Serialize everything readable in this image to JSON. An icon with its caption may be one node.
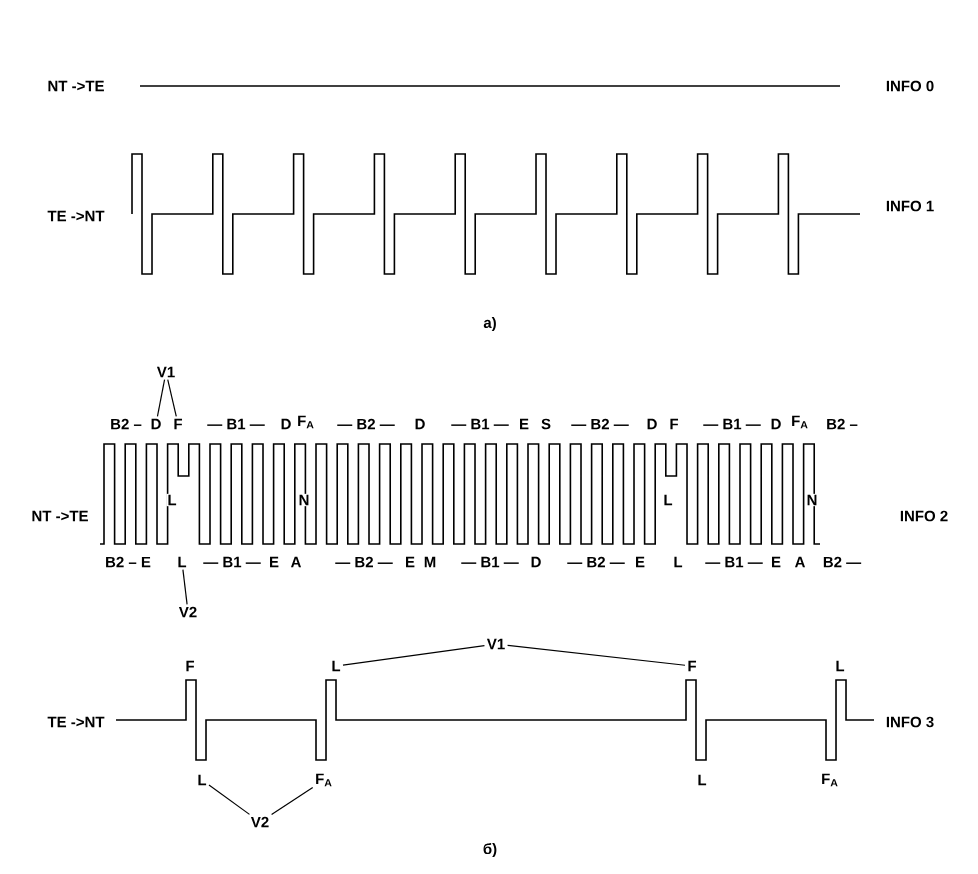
{
  "diagram": {
    "nodes": [
      {
        "text": [
          "V1"
        ]
      },
      {
        "text": [
          "D"
        ]
      },
      {
        "text": [
          "F"
        ]
      },
      {
        "text": [
          "V2"
        ]
      },
      {
        "text": [
          "L"
        ]
      },
      {
        "text": [
          "V1"
        ]
      },
      {
        "text": [
          "L"
        ]
      },
      {
        "text": [
          "F"
        ]
      },
      {
        "text": [
          "V2"
        ]
      },
      {
        "text": [
          "L"
        ]
      },
      {
        "text": [
          "F$_{A}$"
        ]
      }
    ],
    "edges": [
      {
        "from": 0,
        "to": 1,
        "arrow": "none"
      },
      {
        "from": 0,
        "to": 2,
        "arrow": "none"
      },
      {
        "from": 3,
        "to": 4,
        "arrow": "none"
      },
      {
        "from": 5,
        "to": 6,
        "arrow": "none"
      },
      {
        "from": 5,
        "to": 7,
        "arrow": "none"
      },
      {
        "from": 8,
        "to": 9,
        "arrow": "none"
      },
      {
        "from": 8,
        "to": 10,
        "arrow": "none"
      }
    ],
    "labels": [
      "NT ->TE",
      "INFO 0",
      "TE ->NT",
      "INFO 1",
      "a)",
      "B2 –",
      "— B1 —",
      "D",
      "F$_{A}$",
      "— B2 —",
      "D",
      "— B1 —",
      "E",
      "S",
      "— B2 —",
      "D",
      "F",
      "— B1 —",
      "D",
      "F$_{A}$",
      "B2 –",
      "NT ->TE",
      "L",
      "N",
      "L",
      "N",
      "INFO 2",
      "B2 – E",
      "— B1 —",
      "E",
      "A",
      "— B2 —",
      "E",
      "M",
      "— B1 —",
      "D",
      "— B2 —",
      "E",
      "L",
      "— B1 —",
      "E",
      "A",
      "B2 —",
      "F",
      "L",
      "TE ->NT",
      "INFO 3",
      "L",
      "F$_{A}$",
      "б)"
    ]
  }
}
